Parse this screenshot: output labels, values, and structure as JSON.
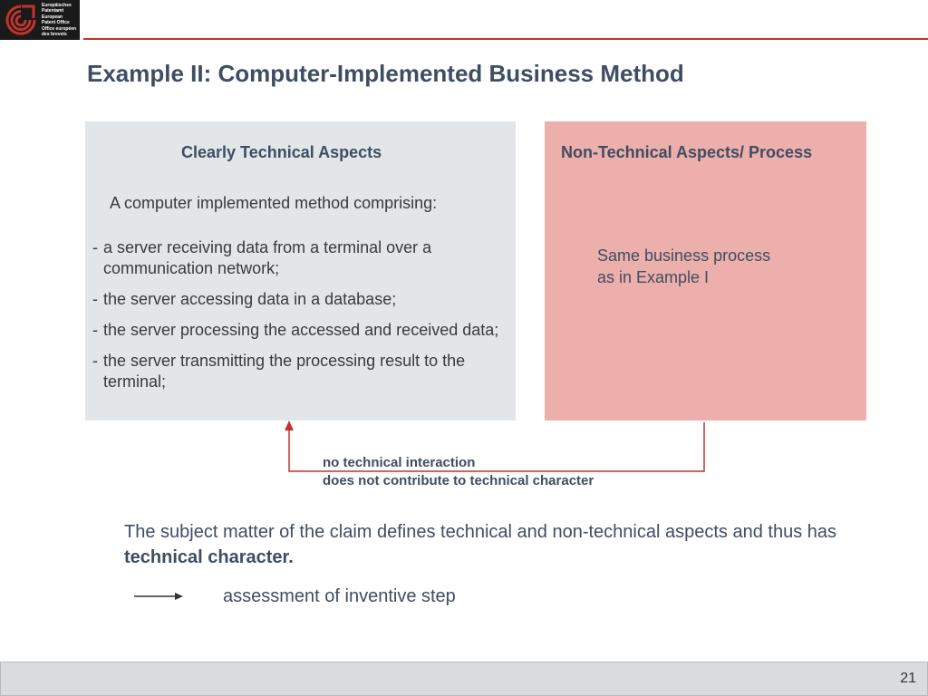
{
  "header": {
    "logo_lines": [
      "Europäisches",
      "Patentamt",
      "European",
      "Patent Office",
      "Office européen",
      "des brevets"
    ],
    "title": "Example II: Computer-Implemented Business Method",
    "accent_color": "#c0332b"
  },
  "left_panel": {
    "heading": "Clearly Technical Aspects",
    "intro": "A computer implemented method comprising:",
    "steps": [
      "a server receiving data from a terminal over a communication network;",
      "the server accessing data in a database;",
      "the server processing the accessed and received data;",
      "the server transmitting the processing result to the terminal;"
    ],
    "bullet": "-"
  },
  "right_panel": {
    "heading": "Non-Technical Aspects/ Process",
    "body_line1": "Same business process",
    "body_line2": "as in Example I"
  },
  "connector": {
    "line1": "no technical interaction",
    "line2": "does not contribute to technical character"
  },
  "conclusion": {
    "text": "The subject matter of the claim defines technical and non-technical aspects and thus has ",
    "emphasis": "technical character.",
    "next_step": "assessment of inventive step"
  },
  "footer": {
    "page_number": "21"
  }
}
